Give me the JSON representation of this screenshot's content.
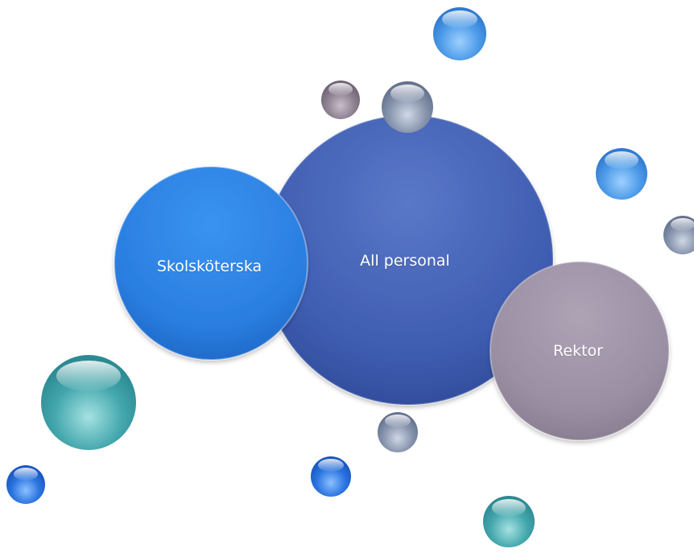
{
  "diagram": {
    "nodes": [
      {
        "id": "all-personal",
        "label": "All personal",
        "color": "#3d5cb0"
      },
      {
        "id": "skolskoterska",
        "label": "Skolsköterska",
        "color": "#2a7fe0"
      },
      {
        "id": "rektor",
        "label": "Rektor",
        "color": "#9b8fa4"
      }
    ]
  },
  "colors": {
    "bubble_blue": "#3f8fe0",
    "bubble_mauve": "#8a7e8e",
    "bubble_slate": "#7c8aa6",
    "bubble_teal": "#3a9ea4",
    "bubble_royal": "#1d63d6"
  }
}
